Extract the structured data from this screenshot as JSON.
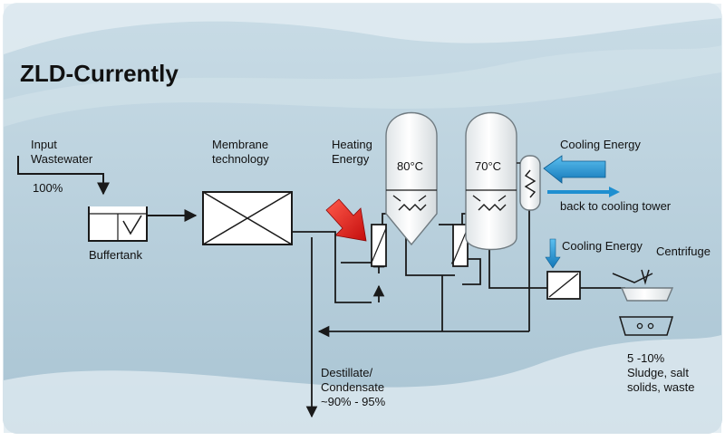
{
  "title": "ZLD-Currently",
  "input": {
    "line1": "Input",
    "line2": "Wastewater",
    "percent": "100%"
  },
  "buffertank": "Buffertank",
  "membrane": {
    "line1": "Membrane",
    "line2": "technology"
  },
  "heating": {
    "line1": "Heating",
    "line2": "Energy"
  },
  "evap1_temp": "80°C",
  "evap2_temp": "70°C",
  "cooling_top": "Cooling Energy",
  "back_to_tower": "back to cooling tower",
  "cooling_bottom": "Cooling Energy",
  "centrifuge": "Centrifuge",
  "distillate": {
    "line1": "Destillate/",
    "line2": "Condensate",
    "line3": "~90% - 95%"
  },
  "sludge": {
    "line1": "5 -10%",
    "line2": "Sludge, salt",
    "line3": "solids, waste"
  },
  "colors": {
    "background": "#b7cfdc",
    "wave_light": "#dce8ef",
    "heating_arrow": "#e0201a",
    "cooling_arrow": "#1f8fd0",
    "equipment_fill": "#ffffff",
    "vessel_fill": "#f4f6f7"
  }
}
